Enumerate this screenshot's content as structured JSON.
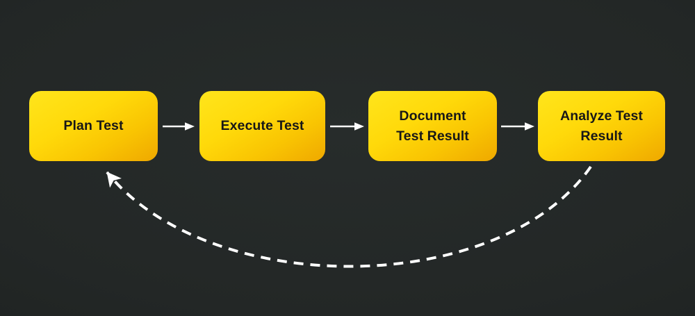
{
  "diagram": {
    "type": "flowchart",
    "nodes": [
      {
        "id": "plan-test",
        "label": "Plan Test",
        "lines": [
          "Plan Test"
        ]
      },
      {
        "id": "execute-test",
        "label": "Execute Test",
        "lines": [
          "Execute Test"
        ]
      },
      {
        "id": "document-test-result",
        "label": "Document Test Result",
        "lines": [
          "Document",
          "Test Result"
        ]
      },
      {
        "id": "analyze-test-result",
        "label": "Analyze Test Result",
        "lines": [
          "Analyze Test",
          "Result"
        ]
      }
    ],
    "edges": [
      {
        "from": "plan-test",
        "to": "execute-test",
        "style": "solid-straight-arrow"
      },
      {
        "from": "execute-test",
        "to": "document-test-result",
        "style": "solid-straight-arrow"
      },
      {
        "from": "document-test-result",
        "to": "analyze-test-result",
        "style": "solid-straight-arrow"
      },
      {
        "from": "analyze-test-result",
        "to": "plan-test",
        "style": "dashed-curved-arrow"
      }
    ],
    "colors": {
      "background_center": "#272c2b",
      "background_edge": "#171a1a",
      "node_gradient_top": "#ffe51c",
      "node_gradient_bottom": "#efa800",
      "node_text": "#171717",
      "arrow": "#ffffff"
    }
  }
}
